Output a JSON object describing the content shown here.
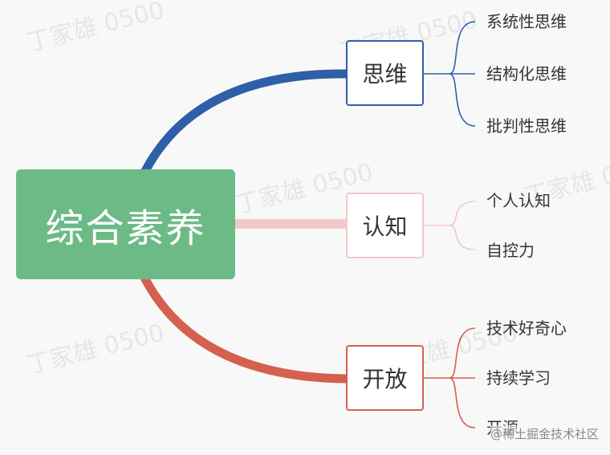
{
  "root": {
    "label": "综合素养",
    "color": "#6cbb86"
  },
  "branches": [
    {
      "label": "思维",
      "color": "#2f5fa8",
      "children": [
        "系统性思维",
        "结构化思维",
        "批判性思维"
      ]
    },
    {
      "label": "认知",
      "color": "#f2c8cc",
      "children": [
        "个人认知",
        "自控力"
      ]
    },
    {
      "label": "开放",
      "color": "#d4604f",
      "children": [
        "技术好奇心",
        "持续学习",
        "开源"
      ]
    }
  ],
  "watermark": "丁家雄 0500",
  "footer": "@稀土掘金技术社区"
}
